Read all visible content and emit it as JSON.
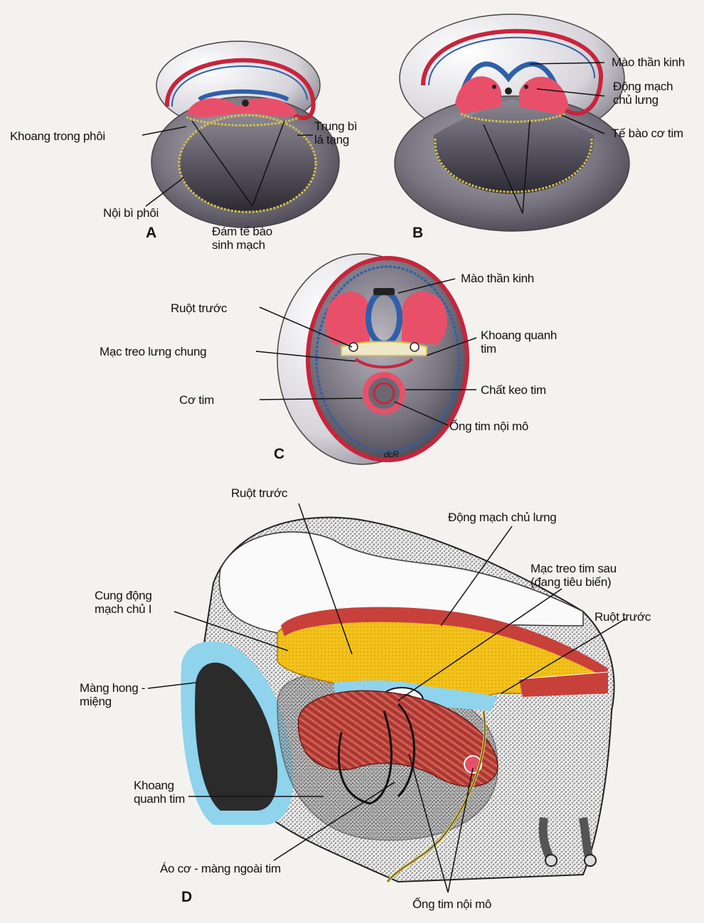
{
  "panels": {
    "a": "A",
    "b": "B",
    "c": "C",
    "d": "D"
  },
  "panel_a": {
    "khoang_trong_phoi": "Khoang trong phôi",
    "trung_bi_la_tang": [
      "Trung bì",
      "lá tạng"
    ],
    "noi_bi_phoi": "Nội bì phôi",
    "dam_te_bao_sinh_mach": [
      "Đám tế bào",
      "sinh mạch"
    ]
  },
  "panel_b": {
    "mao_than_kinh": "Mào thần kinh",
    "dong_mach_chu_lung": [
      "Động mạch",
      "chủ lưng"
    ],
    "te_bao_co_tim": "Tế bào cơ tim"
  },
  "panel_c": {
    "mao_than_kinh": "Mào thần kinh",
    "ruot_truoc": "Ruột trước",
    "khoang_quanh_tim": [
      "Khoang quanh",
      "tim"
    ],
    "mac_treo_lung_chung": "Mạc treo lưng chung",
    "chat_keo_tim": "Chất keo tim",
    "co_tim": "Cơ tim",
    "ong_tim_noi_mo": "Ống tim nội mô",
    "signature": "dcR"
  },
  "panel_d": {
    "ruot_truoc_top": "Ruột trước",
    "dong_mach_chu_lung": "Động mạch chủ lưng",
    "mac_treo_tim_sau": [
      "Mạc treo tim sau",
      "(đang tiêu biến)"
    ],
    "cung_dong_mach_chu": [
      "Cung động",
      "mạch chủ I"
    ],
    "ruot_truoc_right": "Ruột trước",
    "mang_hong_mieng": [
      "Màng hong -",
      "miệng"
    ],
    "khoang_quanh_tim": [
      "Khoang",
      "quanh tim"
    ],
    "ao_co_mang_ngoai_tim": "Áo cơ - màng ngoài tim",
    "ong_tim_noi_mo": "Ống tim nội mô"
  },
  "colors": {
    "body_grey": "#6d6a75",
    "mesoderm_pink": "#e8506a",
    "ectoderm_red": "#c8243c",
    "neural_blue": "#2f5fa8",
    "endoderm_yellow": "#d9c24a",
    "foregut_yellow": "#f2c21a",
    "cavity_blue": "#8fd3ec",
    "heart_red": "#b8403a"
  }
}
